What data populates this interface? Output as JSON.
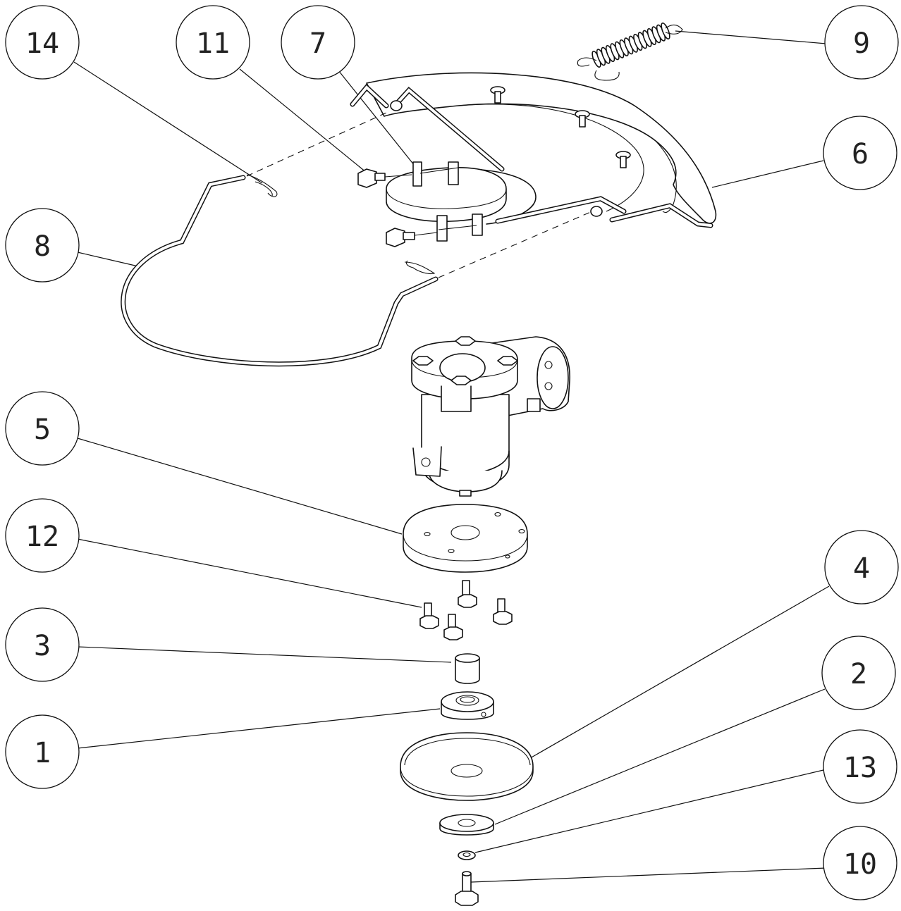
{
  "callouts": [
    {
      "id": "14",
      "label": "14"
    },
    {
      "id": "11",
      "label": "11"
    },
    {
      "id": "7",
      "label": "7"
    },
    {
      "id": "9",
      "label": "9"
    },
    {
      "id": "6",
      "label": "6"
    },
    {
      "id": "8",
      "label": "8"
    },
    {
      "id": "5",
      "label": "5"
    },
    {
      "id": "12",
      "label": "12"
    },
    {
      "id": "3",
      "label": "3"
    },
    {
      "id": "1",
      "label": "1"
    },
    {
      "id": "4",
      "label": "4"
    },
    {
      "id": "2",
      "label": "2"
    },
    {
      "id": "13",
      "label": "13"
    },
    {
      "id": "10",
      "label": "10"
    }
  ],
  "colors": {
    "line": "#111111",
    "background": "#ffffff",
    "label_text": "#222222"
  }
}
